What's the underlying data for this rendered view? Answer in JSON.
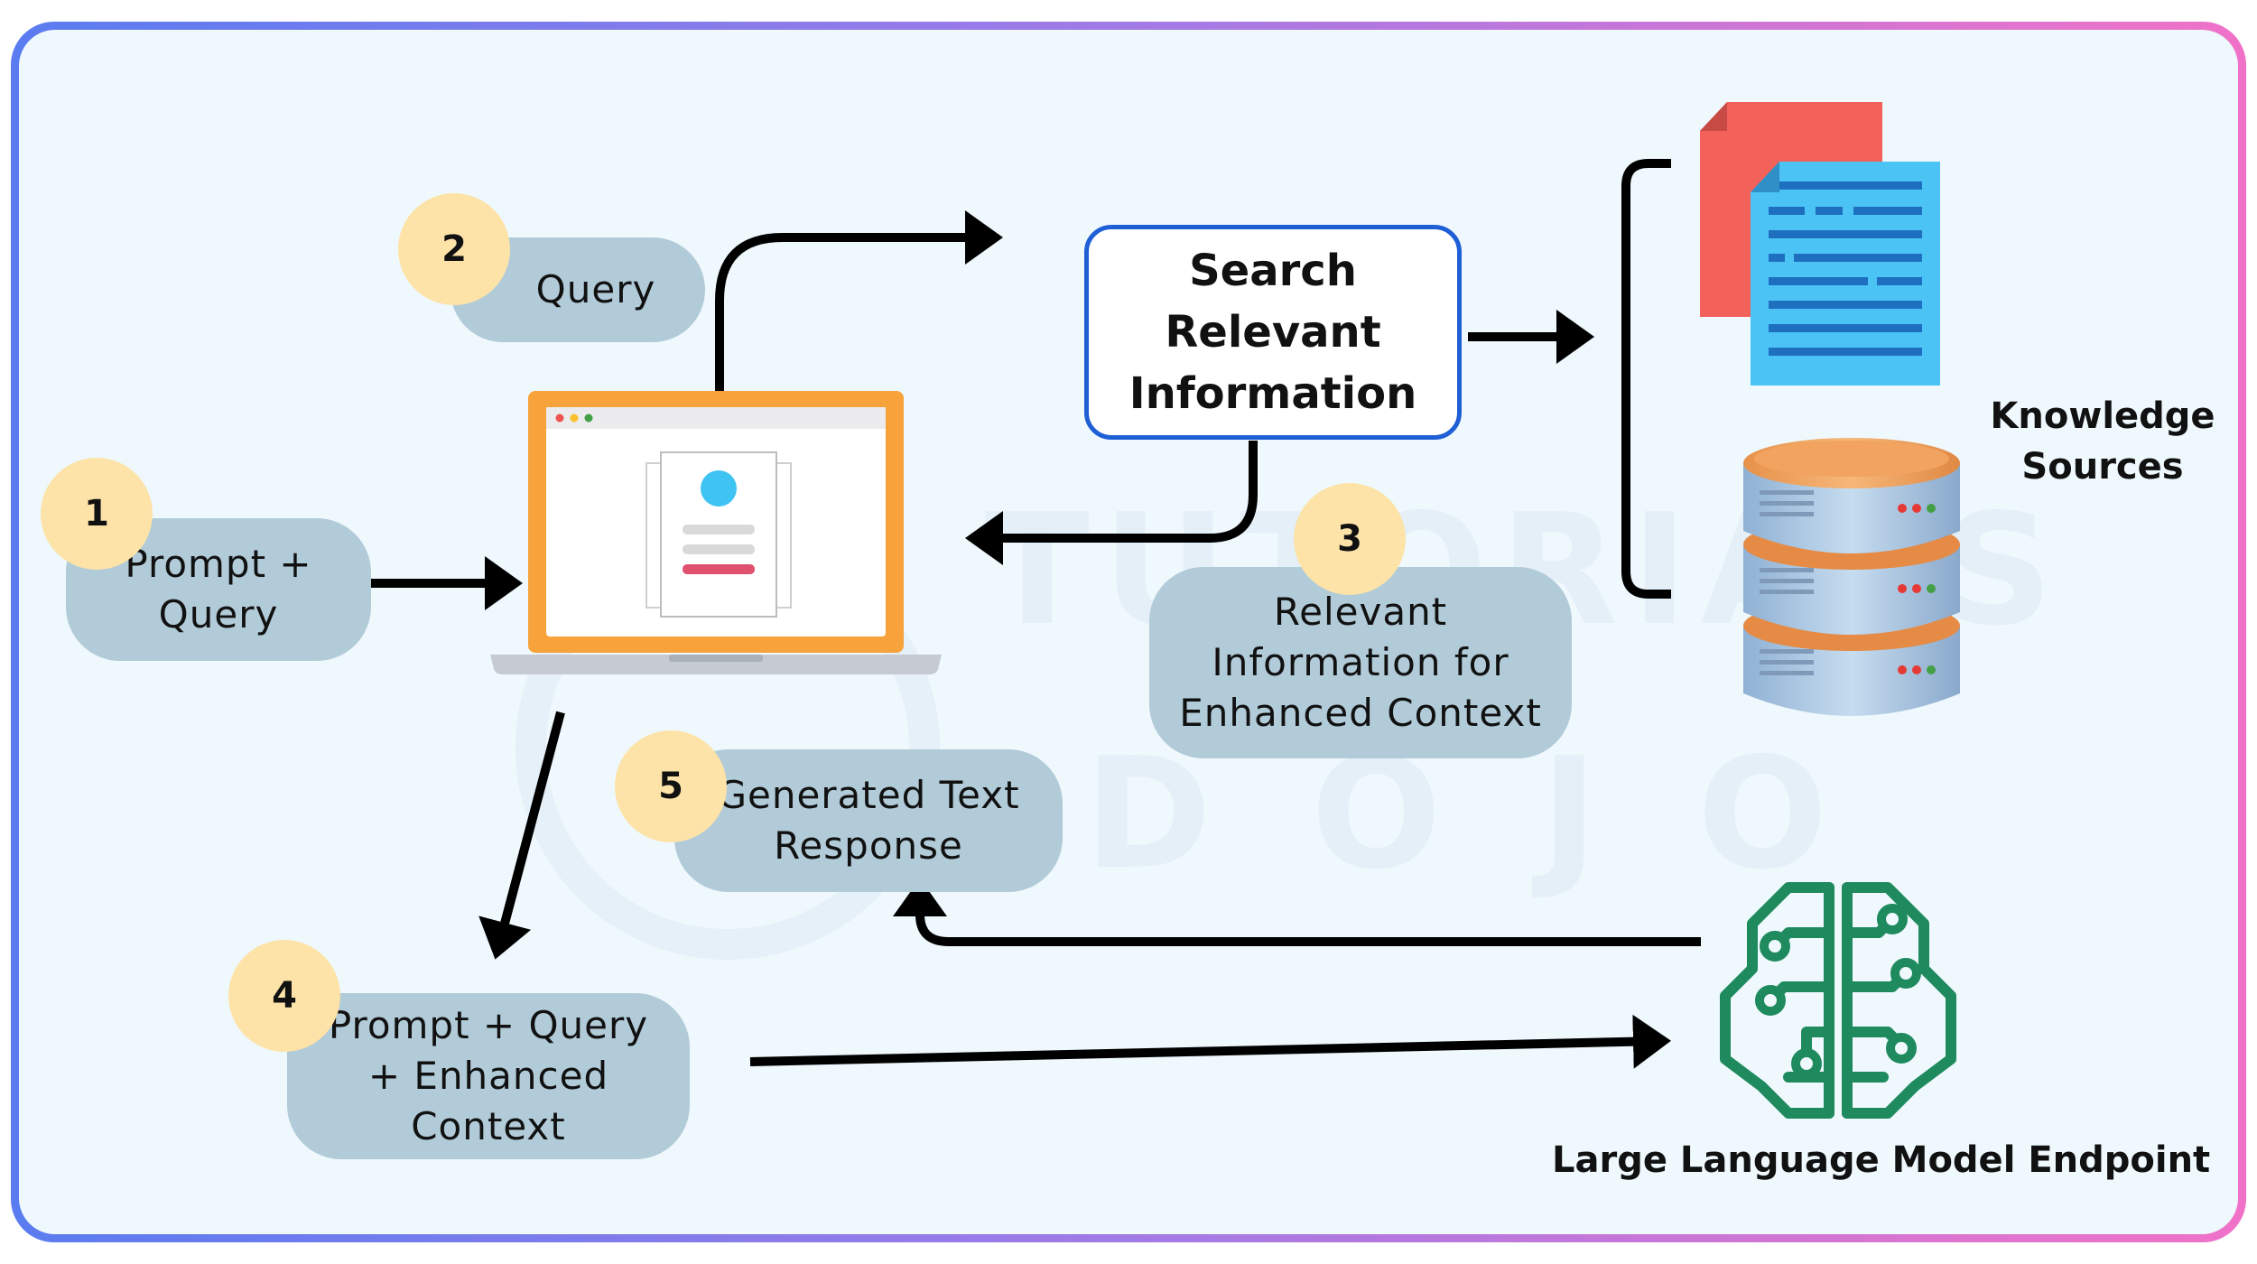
{
  "watermark": {
    "line1": "TUTORIALS",
    "line2": "DOJO"
  },
  "steps": [
    {
      "number": "1",
      "label": "Prompt + Query"
    },
    {
      "number": "2",
      "label": "Query"
    },
    {
      "number": "3",
      "label": "Relevant Information for Enhanced Context"
    },
    {
      "number": "4",
      "label": "Prompt + Query + Enhanced Context"
    },
    {
      "number": "5",
      "label": "Generated Text Response"
    }
  ],
  "search_box": {
    "line1": "Search",
    "line2": "Relevant",
    "line3": "Information"
  },
  "knowledge_sources": {
    "line1": "Knowledge",
    "line2": "Sources"
  },
  "llm": {
    "label": "Large Language Model Endpoint"
  },
  "colors": {
    "background": "#eef8fd",
    "pill": "#b2cbd8",
    "badge": "#fde3a8",
    "search_border": "#1f5fd6",
    "laptop": "#f7a23a",
    "llm_green": "#1e8a5e"
  }
}
